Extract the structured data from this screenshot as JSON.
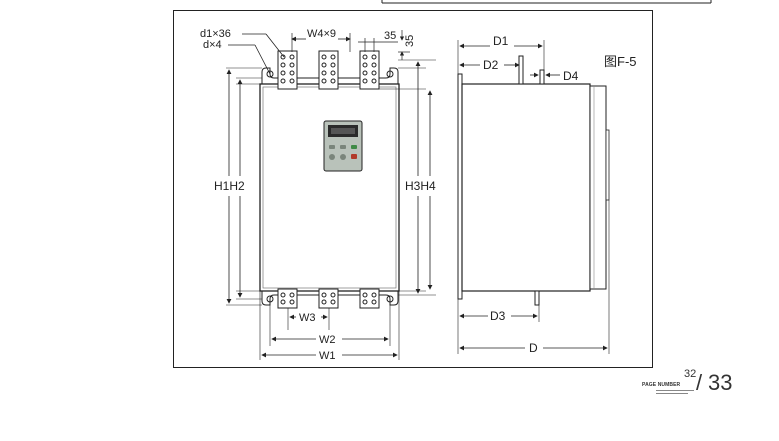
{
  "figure": {
    "label": "图F-5",
    "front_view": {
      "labels": {
        "d1": "d1×36",
        "d": "d×4",
        "w4": "W4×9",
        "p35a": "35",
        "p35b": "35",
        "h1h2": "H1H2",
        "h3h4": "H3H4",
        "w3": "W3",
        "w2": "W2",
        "w1": "W1"
      }
    },
    "side_view": {
      "labels": {
        "d1": "D1",
        "d2": "D2",
        "d4": "D4",
        "d3": "D3",
        "d": "D"
      }
    }
  },
  "footer": {
    "label": "PAGE NUMBER",
    "current": "32",
    "slash": "/",
    "total": "33"
  },
  "colors": {
    "line": "#222222",
    "panel_screen": "#2a2a2a",
    "keypad_bg": "#b9c2ba",
    "key_green": "#3f8a46",
    "key_red": "#b23a2a",
    "body_fill": "#ffffff"
  }
}
